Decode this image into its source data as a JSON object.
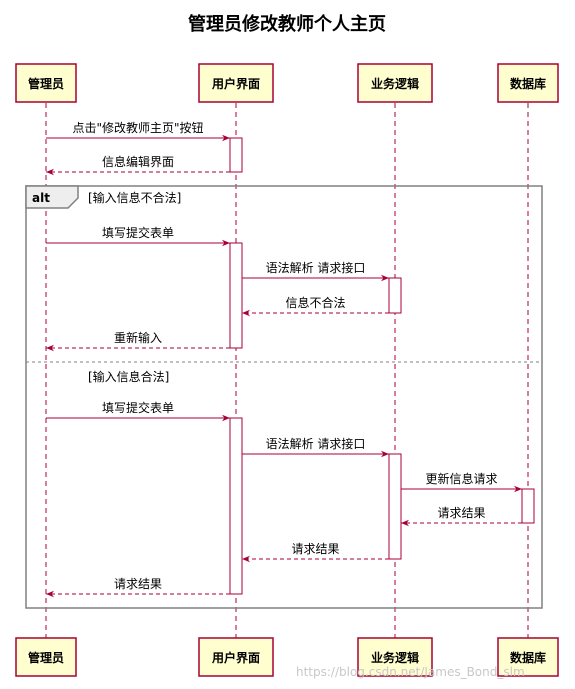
{
  "title": "管理员修改教师个人主页",
  "participants": [
    {
      "id": "admin",
      "label": "管理员"
    },
    {
      "id": "ui",
      "label": "用户界面"
    },
    {
      "id": "logic",
      "label": "业务逻辑"
    },
    {
      "id": "db",
      "label": "数据库"
    }
  ],
  "alt": {
    "keyword": "alt",
    "guard1": "[输入信息不合法]",
    "guard2": "[输入信息合法]"
  },
  "messages": [
    {
      "from": "admin",
      "to": "ui",
      "label": "点击\"修改教师主页\"按钮",
      "dashed": false
    },
    {
      "from": "ui",
      "to": "admin",
      "label": "信息编辑界面",
      "dashed": true
    },
    {
      "from": "admin",
      "to": "ui",
      "label": "填写提交表单",
      "dashed": false
    },
    {
      "from": "ui",
      "to": "logic",
      "label": "语法解析 请求接口",
      "dashed": false
    },
    {
      "from": "logic",
      "to": "ui",
      "label": "信息不合法",
      "dashed": true
    },
    {
      "from": "ui",
      "to": "admin",
      "label": "重新输入",
      "dashed": true
    },
    {
      "from": "admin",
      "to": "ui",
      "label": "填写提交表单",
      "dashed": false
    },
    {
      "from": "ui",
      "to": "logic",
      "label": "语法解析 请求接口",
      "dashed": false
    },
    {
      "from": "logic",
      "to": "db",
      "label": "更新信息请求",
      "dashed": false
    },
    {
      "from": "db",
      "to": "logic",
      "label": "请求结果",
      "dashed": true
    },
    {
      "from": "logic",
      "to": "ui",
      "label": "请求结果",
      "dashed": true
    },
    {
      "from": "ui",
      "to": "admin",
      "label": "请求结果",
      "dashed": true
    }
  ],
  "watermark": "https://blog.csdn.net/James_Bond_slm",
  "colors": {
    "participant_fill": "#FEFECE",
    "participant_border": "#A80036",
    "arrow": "#A80036",
    "frame": "#808080"
  }
}
